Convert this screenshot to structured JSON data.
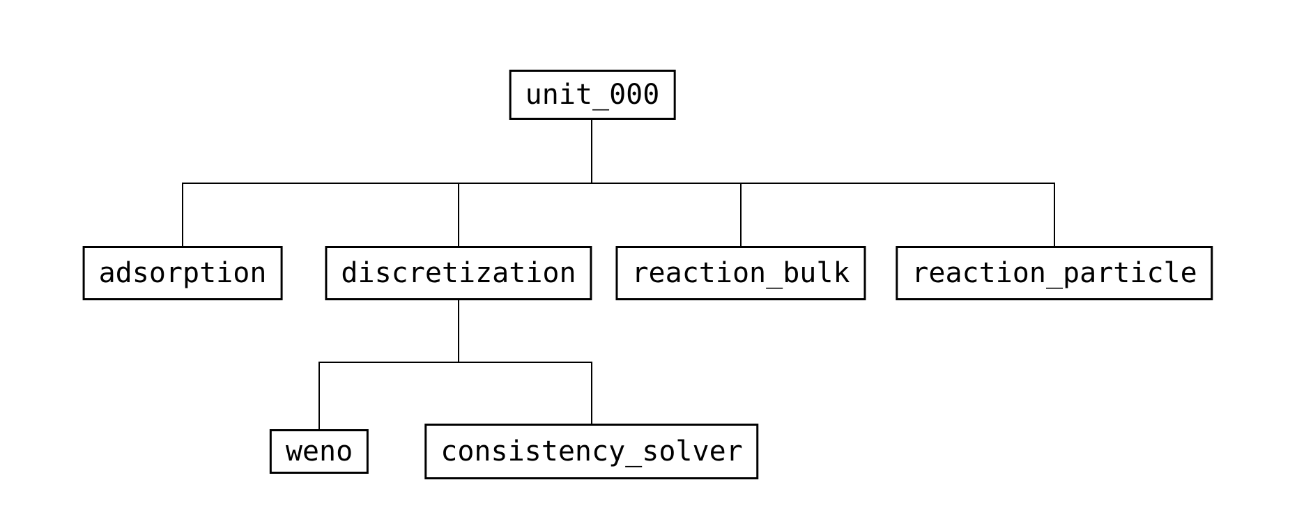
{
  "diagram": {
    "type": "tree",
    "background_color": "#ffffff",
    "line_color": "#000000",
    "box_border_color": "#000000",
    "text_color": "#000000",
    "tree": {
      "root": {
        "label": "unit_000",
        "children": [
          {
            "label": "adsorption",
            "children": []
          },
          {
            "label": "discretization",
            "children": [
              {
                "label": "weno",
                "children": []
              },
              {
                "label": "consistency_solver",
                "children": []
              }
            ]
          },
          {
            "label": "reaction_bulk",
            "children": []
          },
          {
            "label": "reaction_particle",
            "children": []
          }
        ]
      }
    }
  }
}
